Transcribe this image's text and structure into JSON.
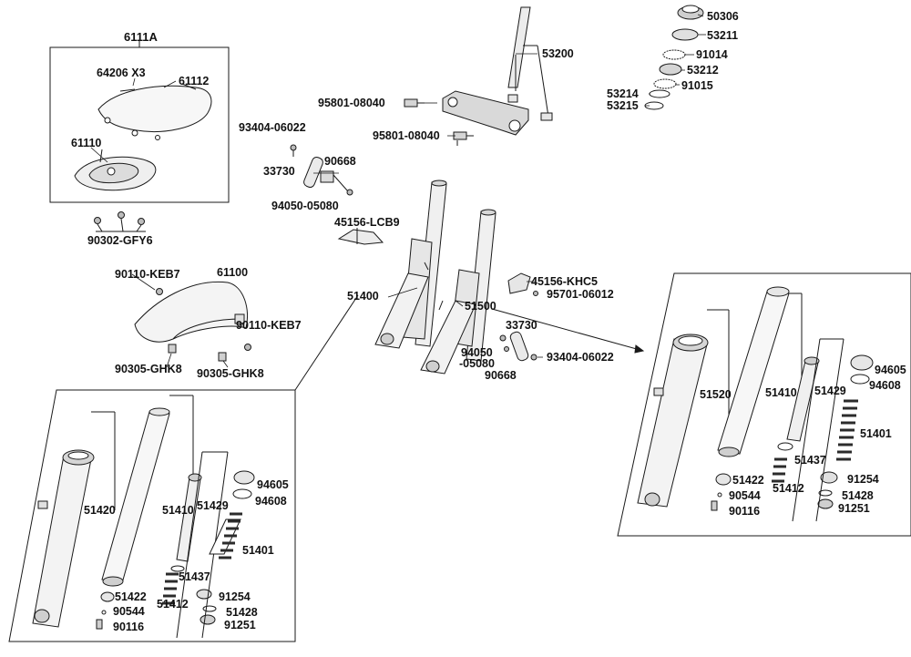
{
  "colors": {
    "line": "#1a1a1a",
    "metal_light": "#f2f2f2",
    "metal_mid": "#cfcfcf",
    "metal_dark": "#8a8a8a",
    "spring": "#2b2b2b",
    "background": "#ffffff"
  },
  "labels": {
    "kit_6111A": "6111A",
    "p64206": "64206 X3",
    "p61112": "61112",
    "p61110": "61110",
    "p90302": "90302-GFY6",
    "p93404_a": "93404-06022",
    "p33730_a": "33730",
    "p90668_a": "90668",
    "p94050_a": "94050-05080",
    "p45156_lcb9": "45156-LCB9",
    "p95801_a": "95801-08040",
    "p95801_b": "95801-08040",
    "p53200": "53200",
    "p50306": "50306",
    "p53211": "53211",
    "p91014": "91014",
    "p53212": "53212",
    "p91015": "91015",
    "p53214": "53214",
    "p53215": "53215",
    "p90110_a": "90110-KEB7",
    "p61100": "61100",
    "p90110_b": "90110-KEB7",
    "p90305_a": "90305-GHK8",
    "p90305_b": "90305-GHK8",
    "p51400": "51400",
    "p51500": "51500",
    "p45156_khc5": "45156-KHC5",
    "p95701": "95701-06012",
    "p33730_b": "33730",
    "p94050_b1": "94050",
    "p94050_b2": "-05080",
    "p90668_b": "90668",
    "p93404_b": "93404-06022",
    "L51420": "51420",
    "L51410": "51410",
    "L51429": "51429",
    "L94605": "94605",
    "L94608": "94608",
    "L51401": "51401",
    "L51437": "51437",
    "L51422": "51422",
    "L51412": "51412",
    "L91254": "91254",
    "L90544": "90544",
    "L51428": "51428",
    "L90116": "90116",
    "L91251": "91251",
    "R51520": "51520",
    "R51410": "51410",
    "R51429": "51429",
    "R94605": "94605",
    "R94608": "94608",
    "R51401": "51401",
    "R51437": "51437",
    "R51422": "51422",
    "R51412": "51412",
    "R91254": "91254",
    "R90544": "90544",
    "R51428": "51428",
    "R90116": "90116",
    "R91251": "91251"
  }
}
